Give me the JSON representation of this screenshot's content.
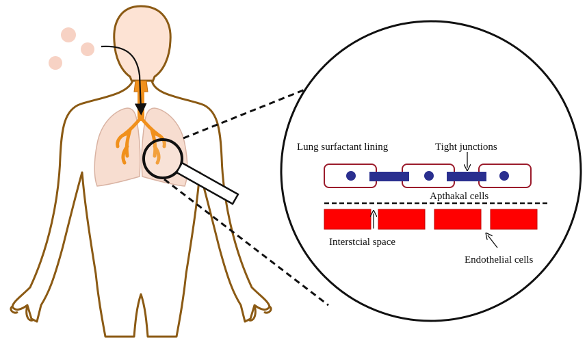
{
  "labels": {
    "surfactant": "Lung surfactant lining",
    "tight_junctions": "Tight junctions",
    "epithelial": "Apthakal cells",
    "interstitial": "Interstcial space",
    "endothelial": "Endothelial cells"
  },
  "colors": {
    "skin": "#fde3d4",
    "outline": "#8b5a14",
    "trachea": "#f0901c",
    "lung": "#f7ddd0",
    "cell_border": "#9b1b2b",
    "nucleus": "#2a2f8f",
    "junction": "#2a2f8f",
    "endothelial": "#ff0000",
    "particles": "#f7d2c4"
  },
  "icons": {
    "magnifier": "magnifier-icon"
  }
}
